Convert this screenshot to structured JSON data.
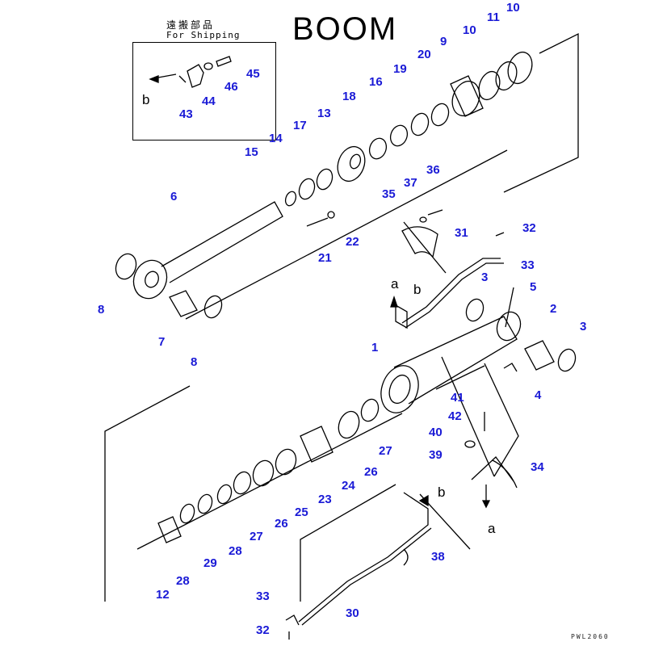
{
  "title": "BOOM",
  "shipping": {
    "japanese": "遠搬部品",
    "english": "For Shipping"
  },
  "reference_code": "PWL2060",
  "colors": {
    "callout": "#1a1ad6",
    "line": "#000000"
  },
  "callouts": [
    {
      "id": "c10a",
      "text": "10"
    },
    {
      "id": "c11",
      "text": "11"
    },
    {
      "id": "c10b",
      "text": "10"
    },
    {
      "id": "c9",
      "text": "9"
    },
    {
      "id": "c20",
      "text": "20"
    },
    {
      "id": "c19",
      "text": "19"
    },
    {
      "id": "c16",
      "text": "16"
    },
    {
      "id": "c18",
      "text": "18"
    },
    {
      "id": "c13",
      "text": "13"
    },
    {
      "id": "c17",
      "text": "17"
    },
    {
      "id": "c14",
      "text": "14"
    },
    {
      "id": "c15",
      "text": "15"
    },
    {
      "id": "c45",
      "text": "45"
    },
    {
      "id": "c46",
      "text": "46"
    },
    {
      "id": "c44",
      "text": "44"
    },
    {
      "id": "c43",
      "text": "43"
    },
    {
      "id": "c6",
      "text": "6"
    },
    {
      "id": "c36",
      "text": "36"
    },
    {
      "id": "c37",
      "text": "37"
    },
    {
      "id": "c35",
      "text": "35"
    },
    {
      "id": "c32a",
      "text": "32"
    },
    {
      "id": "c31",
      "text": "31"
    },
    {
      "id": "c33a",
      "text": "33"
    },
    {
      "id": "c3a",
      "text": "3"
    },
    {
      "id": "c5",
      "text": "5"
    },
    {
      "id": "c2",
      "text": "2"
    },
    {
      "id": "c3b",
      "text": "3"
    },
    {
      "id": "c22",
      "text": "22"
    },
    {
      "id": "c21",
      "text": "21"
    },
    {
      "id": "c8a",
      "text": "8"
    },
    {
      "id": "c7",
      "text": "7"
    },
    {
      "id": "c8b",
      "text": "8"
    },
    {
      "id": "c1",
      "text": "1"
    },
    {
      "id": "c4",
      "text": "4"
    },
    {
      "id": "c41",
      "text": "41"
    },
    {
      "id": "c42",
      "text": "42"
    },
    {
      "id": "c40",
      "text": "40"
    },
    {
      "id": "c39",
      "text": "39"
    },
    {
      "id": "c34",
      "text": "34"
    },
    {
      "id": "c27a",
      "text": "27"
    },
    {
      "id": "c26a",
      "text": "26"
    },
    {
      "id": "c24",
      "text": "24"
    },
    {
      "id": "c23",
      "text": "23"
    },
    {
      "id": "c25",
      "text": "25"
    },
    {
      "id": "c26b",
      "text": "26"
    },
    {
      "id": "c27b",
      "text": "27"
    },
    {
      "id": "c28a",
      "text": "28"
    },
    {
      "id": "c29",
      "text": "29"
    },
    {
      "id": "c28b",
      "text": "28"
    },
    {
      "id": "c12",
      "text": "12"
    },
    {
      "id": "c38",
      "text": "38"
    },
    {
      "id": "c33b",
      "text": "33"
    },
    {
      "id": "c30",
      "text": "30"
    },
    {
      "id": "c32b",
      "text": "32"
    }
  ],
  "letters": [
    {
      "id": "lb1",
      "text": "b"
    },
    {
      "id": "la1",
      "text": "a"
    },
    {
      "id": "lb2",
      "text": "b"
    },
    {
      "id": "lb3",
      "text": "b"
    },
    {
      "id": "la2",
      "text": "a"
    }
  ]
}
